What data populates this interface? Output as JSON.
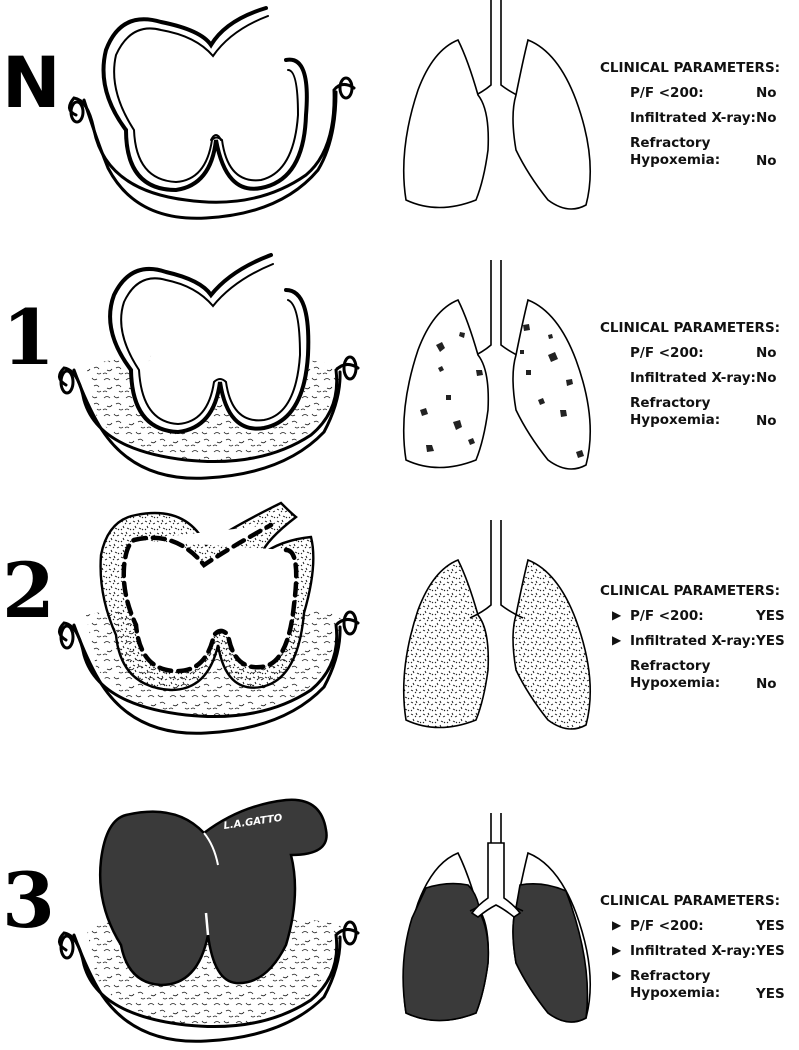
{
  "panels": [
    {
      "stage": "N",
      "header": "CLINICAL PARAMETERS:",
      "params": [
        {
          "label": "P/F <200:",
          "label2": "",
          "value": "No",
          "flag": false
        },
        {
          "label": "Infiltrated X-ray:",
          "label2": "",
          "value": "No",
          "flag": false
        },
        {
          "label": "Refractory",
          "label2": "Hypoxemia:",
          "value": "No",
          "flag": false
        }
      ]
    },
    {
      "stage": "1",
      "header": "CLINICAL PARAMETERS:",
      "params": [
        {
          "label": "P/F <200:",
          "label2": "",
          "value": "No",
          "flag": false
        },
        {
          "label": "Infiltrated X-ray:",
          "label2": "",
          "value": "No",
          "flag": false
        },
        {
          "label": "Refractory",
          "label2": "Hypoxemia:",
          "value": "No",
          "flag": false
        }
      ]
    },
    {
      "stage": "2",
      "header": "CLINICAL PARAMETERS:",
      "params": [
        {
          "label": "P/F <200:",
          "label2": "",
          "value": "YES",
          "flag": true
        },
        {
          "label": "Infiltrated X-ray:",
          "label2": "",
          "value": "YES",
          "flag": true
        },
        {
          "label": "Refractory",
          "label2": "Hypoxemia:",
          "value": "No",
          "flag": false
        }
      ]
    },
    {
      "stage": "3",
      "header": "CLINICAL PARAMETERS:",
      "params": [
        {
          "label": "P/F <200:",
          "label2": "",
          "value": "YES",
          "flag": true
        },
        {
          "label": "Infiltrated X-ray:",
          "label2": "",
          "value": "YES",
          "flag": true
        },
        {
          "label": "Refractory",
          "label2": "Hypoxemia:",
          "value": "YES",
          "flag": true
        }
      ]
    }
  ],
  "arrow_glyph": "▶",
  "signature": "L.A.GATTO",
  "colors": {
    "ink": "#000000",
    "consolidation": "#3a3a3a",
    "paper": "#ffffff"
  }
}
